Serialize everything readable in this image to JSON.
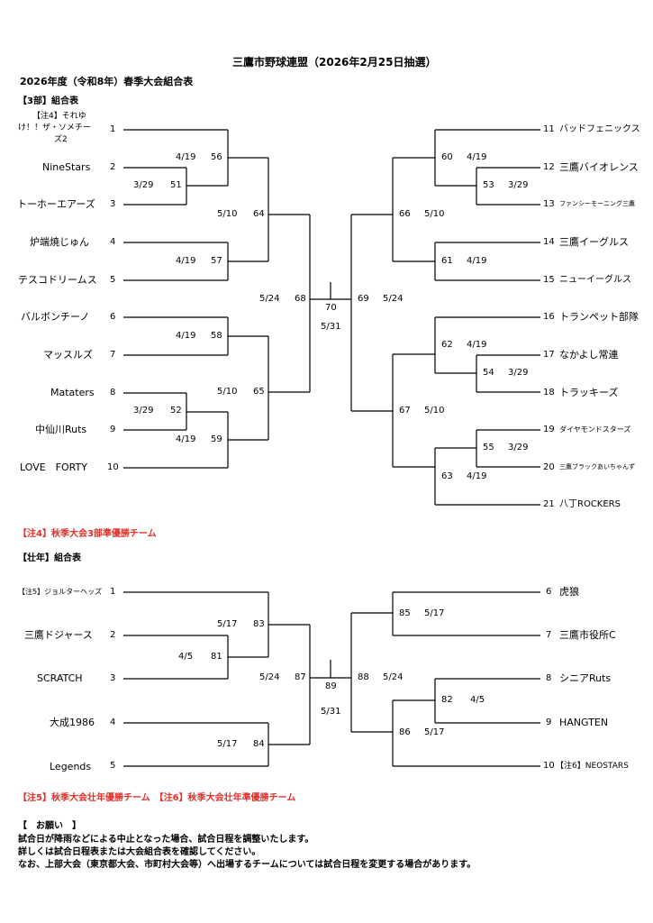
{
  "header": {
    "title": "三鷹市野球連盟（2026年2月25日抽選）",
    "subtitle": "2026年度（令和8年）春季大会組合表"
  },
  "div3": {
    "label": "【3部】組合表",
    "left_teams": [
      {
        "no": "1",
        "name_line1": "【注4】それゆ",
        "name_line2": "け！！ザ・ソメチー",
        "name_line3": "ズ2"
      },
      {
        "no": "2",
        "name": "NineStars"
      },
      {
        "no": "3",
        "name": "トーホーエアーズ"
      },
      {
        "no": "4",
        "name": "炉端焼じゅん"
      },
      {
        "no": "5",
        "name": "テスコドリームス"
      },
      {
        "no": "6",
        "name": "バルボンチーノ"
      },
      {
        "no": "7",
        "name": "マッスルズ"
      },
      {
        "no": "8",
        "name": "Mataters"
      },
      {
        "no": "9",
        "name": "中仙川Ruts"
      },
      {
        "no": "10",
        "name": "LOVE　FORTY"
      }
    ],
    "right_teams": [
      {
        "no": "11",
        "name": "バッドフェニックス"
      },
      {
        "no": "12",
        "name": "三鷹バイオレンス"
      },
      {
        "no": "13",
        "name": "ファンシーモーニング三鷹"
      },
      {
        "no": "14",
        "name": "三鷹イーグルス"
      },
      {
        "no": "15",
        "name": "ニューイーグルス"
      },
      {
        "no": "16",
        "name": "トランペット部隊"
      },
      {
        "no": "17",
        "name": "なかよし常連"
      },
      {
        "no": "18",
        "name": "トラッキーズ"
      },
      {
        "no": "19",
        "name": "ダイヤモンドスターズ"
      },
      {
        "no": "20",
        "name": "三鷹ブラックあいちゃんず"
      },
      {
        "no": "21",
        "name": "八丁ROCKERS"
      }
    ],
    "games": {
      "g56": "56",
      "d56": "4/19",
      "g51": "51",
      "d51": "3/29",
      "g57": "57",
      "d57": "4/19",
      "g58": "58",
      "d58": "4/19",
      "g52": "52",
      "d52": "3/29",
      "g59": "59",
      "d59": "4/19",
      "g64": "64",
      "d64": "5/10",
      "g65": "65",
      "d65": "5/10",
      "g68": "68",
      "d68": "5/24",
      "g70": "70",
      "d70": "5/31",
      "g69": "69",
      "d69": "5/24",
      "g66": "66",
      "d66": "5/10",
      "g67": "67",
      "d67": "5/10",
      "g60": "60",
      "d60": "4/19",
      "g53": "53",
      "d53": "3/29",
      "g61": "61",
      "d61": "4/19",
      "g62": "62",
      "d62": "4/19",
      "g54": "54",
      "d54": "3/29",
      "g55": "55",
      "d55": "3/29",
      "g63": "63",
      "d63": "4/19"
    },
    "note": "【注4】秋季大会3部準優勝チーム"
  },
  "senior": {
    "label": "【壮年】組合表",
    "left_teams": [
      {
        "no": "1",
        "name": "【注5】ジョルターヘッズ"
      },
      {
        "no": "2",
        "name": "三鷹ドジャース"
      },
      {
        "no": "3",
        "name": "SCRATCH"
      },
      {
        "no": "4",
        "name": "大成1986"
      },
      {
        "no": "5",
        "name": "Legends"
      }
    ],
    "right_teams": [
      {
        "no": "6",
        "name": "虎狼"
      },
      {
        "no": "7",
        "name": "三鷹市役所C"
      },
      {
        "no": "8",
        "name": "シニアRuts"
      },
      {
        "no": "9",
        "name": "HANGTEN"
      },
      {
        "no": "10",
        "name": "【注6】NEOSTARS"
      }
    ],
    "games": {
      "g83": "83",
      "d83": "5/17",
      "g81": "81",
      "d81": "4/5",
      "g84": "84",
      "d84": "5/17",
      "g87": "87",
      "d87": "5/24",
      "g89": "89",
      "d89": "5/31",
      "g88": "88",
      "d88": "5/24",
      "g85": "85",
      "d85": "5/17",
      "g86": "86",
      "d86": "5/17",
      "g82": "82",
      "d82": "4/5"
    },
    "note": "【注5】秋季大会壮年優勝チーム　【注6】秋季大会壮年準優勝チーム"
  },
  "request": {
    "heading": "【　お願い　】",
    "lines": [
      "試合日が降雨などによる中止となった場合、試合日程を調整いたします。",
      "詳しくは試合日程表または大会組合表を確認してください。",
      "なお、上部大会（東京都大会、市町村大会等）へ出場するチームについては試合日程を変更する場合があります。"
    ]
  }
}
